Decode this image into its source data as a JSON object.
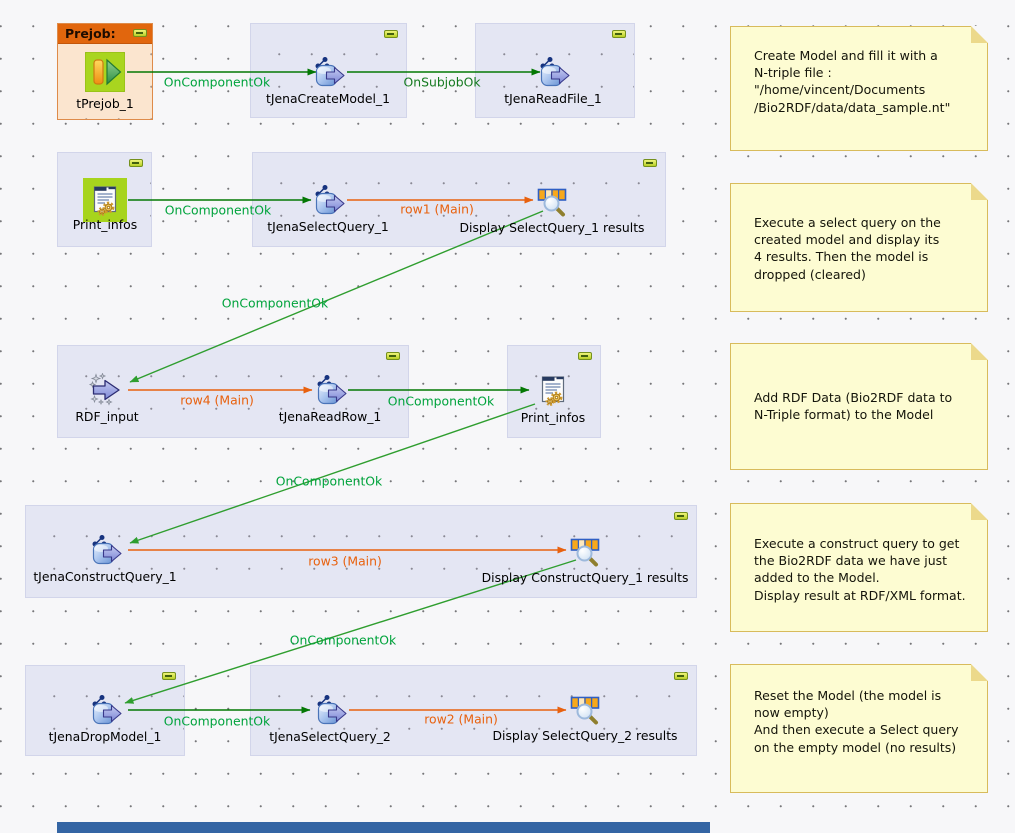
{
  "prejob": {
    "title": "Prejob:"
  },
  "components": [
    {
      "id": "tPrejob_1",
      "label": "tPrejob_1",
      "icon": "prejob-icon"
    },
    {
      "id": "tJenaCreateModel_1",
      "label": "tJenaCreateModel_1",
      "icon": "jena-component-icon"
    },
    {
      "id": "tJenaReadFile_1",
      "label": "tJenaReadFile_1",
      "icon": "jena-component-icon"
    },
    {
      "id": "Print_infos_1",
      "label": "Print_infos",
      "icon": "print-infos-icon"
    },
    {
      "id": "tJenaSelectQuery_1",
      "label": "tJenaSelectQuery_1",
      "icon": "jena-component-icon"
    },
    {
      "id": "Display_SelectQuery_1_results",
      "label": "Display SelectQuery_1 results",
      "icon": "logrow-icon"
    },
    {
      "id": "RDF_input",
      "label": "RDF_input",
      "icon": "fixed-flow-input-icon"
    },
    {
      "id": "tJenaReadRow_1",
      "label": "tJenaReadRow_1",
      "icon": "jena-component-icon"
    },
    {
      "id": "Print_infos_2",
      "label": "Print_infos",
      "icon": "print-infos-icon"
    },
    {
      "id": "tJenaConstructQuery_1",
      "label": "tJenaConstructQuery_1",
      "icon": "jena-component-icon"
    },
    {
      "id": "Display_ConstructQuery_1_results",
      "label": "Display ConstructQuery_1 results",
      "icon": "logrow-icon"
    },
    {
      "id": "tJenaDropModel_1",
      "label": "tJenaDropModel_1",
      "icon": "jena-component-icon"
    },
    {
      "id": "tJenaSelectQuery_2",
      "label": "tJenaSelectQuery_2",
      "icon": "jena-component-icon"
    },
    {
      "id": "Display_SelectQuery_2_results",
      "label": "Display SelectQuery_2 results",
      "icon": "logrow-icon"
    }
  ],
  "connections": [
    {
      "id": "c1",
      "label": "OnComponentOk",
      "kind": "componentok"
    },
    {
      "id": "c2",
      "label": "OnSubjobOk",
      "kind": "subjobok"
    },
    {
      "id": "c3",
      "label": "OnComponentOk",
      "kind": "componentok"
    },
    {
      "id": "c4",
      "label": "row1 (Main)",
      "kind": "row"
    },
    {
      "id": "c5",
      "label": "OnComponentOk",
      "kind": "componentok"
    },
    {
      "id": "c6",
      "label": "row4 (Main)",
      "kind": "row"
    },
    {
      "id": "c7",
      "label": "OnComponentOk",
      "kind": "componentok"
    },
    {
      "id": "c8",
      "label": "OnComponentOk",
      "kind": "componentok"
    },
    {
      "id": "c9",
      "label": "row3 (Main)",
      "kind": "row"
    },
    {
      "id": "c10",
      "label": "OnComponentOk",
      "kind": "componentok"
    },
    {
      "id": "c11",
      "label": "OnComponentOk",
      "kind": "componentok"
    },
    {
      "id": "c12",
      "label": "row2 (Main)",
      "kind": "row"
    }
  ],
  "notes": [
    {
      "text": "Create Model and fill it with a\nN-triple file :\n\"/home/vincent/Documents\n/Bio2RDF/data/data_sample.nt\""
    },
    {
      "text": "Execute a select query on the\ncreated model and display its\n4 results. Then the model is\ndropped (cleared)"
    },
    {
      "text": "Add RDF Data (Bio2RDF data to\nN-Triple format) to the Model"
    },
    {
      "text": "Execute a construct query to get\nthe Bio2RDF data we have just\nadded to the Model.\nDisplay result at RDF/XML format."
    },
    {
      "text": "Reset the Model (the model is\nnow empty)\nAnd then execute a Select query\non the empty model (no results)"
    }
  ],
  "colors": {
    "trigger_line_dark_green": "#047804",
    "trigger_line_light_green": "#2f9e2f",
    "componentok_label_green": "#00a33c",
    "subjobok_label_green": "#157a20",
    "row_orange": "#e8610e",
    "subjob_background": "#e4e6f3",
    "prejob_header_orange": "#e1660d",
    "prejob_body": "#fbe5cf",
    "note_background": "#fdfcd2",
    "note_border": "#d8bb5c",
    "selection_highlight_green": "#a7d41d",
    "scrollbar_blue": "#3465a4"
  }
}
